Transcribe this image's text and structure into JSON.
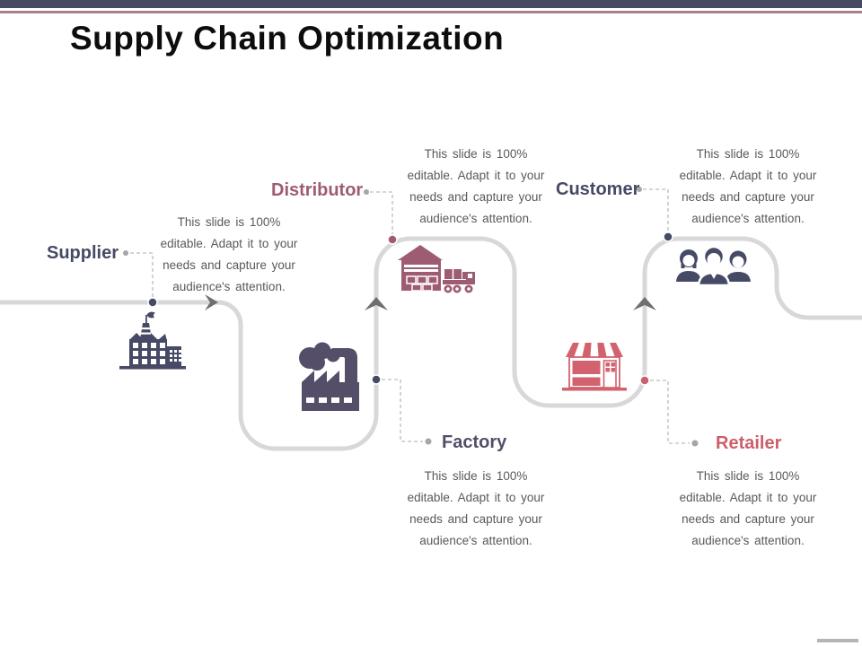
{
  "header": {
    "title": "Supply Chain Optimization"
  },
  "theme": {
    "top_bar_color": "#474a63",
    "top_line_color": "#a87f90",
    "road_color": "#d8d8d8",
    "arrow_color": "#6f6f6f",
    "body_text_color": "#595959",
    "navy": "#464a65",
    "mauve": "#9e5c72",
    "purple": "#544e69",
    "rose": "#d2636e"
  },
  "stages": [
    {
      "id": "supplier",
      "label": "Supplier",
      "description": "This slide is 100% editable. Adapt it to your needs and capture your audience's attention.",
      "icon": "factory-building-icon",
      "color": "#464a65"
    },
    {
      "id": "distributor",
      "label": "Distributor",
      "description": "This slide is 100% editable. Adapt it to your needs and capture your audience's attention.",
      "icon": "warehouse-truck-icon",
      "color": "#9e5c72"
    },
    {
      "id": "factory",
      "label": "Factory",
      "description": "This slide is 100% editable. Adapt it to your needs and capture your audience's attention.",
      "icon": "factory-smoke-icon",
      "color": "#544e69"
    },
    {
      "id": "customer",
      "label": "Customer",
      "description": "This slide is 100% editable. Adapt it to your needs and capture your audience's attention.",
      "icon": "people-group-icon",
      "color": "#464a65"
    },
    {
      "id": "retailer",
      "label": "Retailer",
      "description": "This slide is 100% editable. Adapt it to your needs and capture your audience's attention.",
      "icon": "storefront-icon",
      "color": "#d2636e"
    }
  ]
}
